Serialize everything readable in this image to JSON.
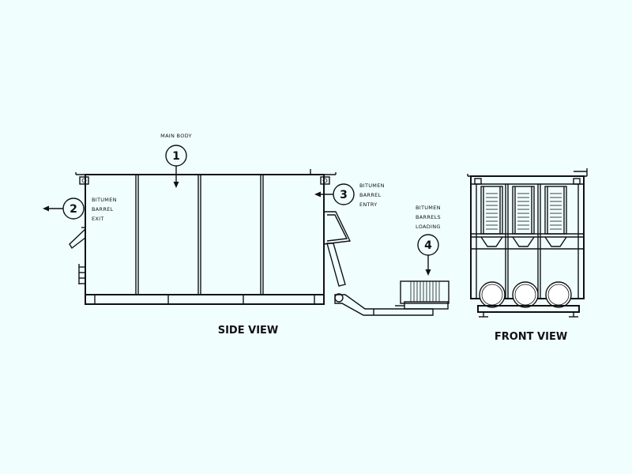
{
  "background": "#f0fffe",
  "line_color": "#111111",
  "labels": {
    "main_body": "MAIN BODY",
    "exit": [
      "BITUMEN",
      "BARREL",
      "EXIT"
    ],
    "entry": [
      "BITUMEN",
      "BARREL",
      "ENTRY"
    ],
    "loading": [
      "BITUMEN",
      "BARRELS",
      "LOADING"
    ]
  },
  "callouts": {
    "c1": "1",
    "c2": "2",
    "c3": "3",
    "c4": "4"
  },
  "views": {
    "side": "SIDE VIEW",
    "front": "FRONT VIEW"
  }
}
